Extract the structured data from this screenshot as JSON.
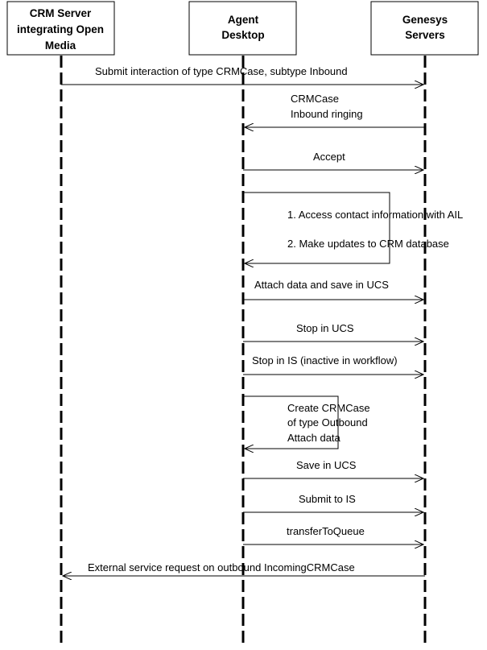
{
  "participants": [
    {
      "id": "crm",
      "lines": [
        "CRM Server",
        "integrating Open",
        "Media"
      ]
    },
    {
      "id": "agent",
      "lines": [
        "Agent",
        "Desktop"
      ]
    },
    {
      "id": "genesys",
      "lines": [
        "Genesys",
        "Servers"
      ]
    }
  ],
  "messages": [
    {
      "id": "m1",
      "lines": [
        "Submit interaction of type CRMCase, subtype Inbound"
      ]
    },
    {
      "id": "m2",
      "lines": [
        "CRMCase",
        "Inbound ringing"
      ]
    },
    {
      "id": "m3",
      "lines": [
        "Accept"
      ]
    },
    {
      "id": "m4",
      "lines": [
        "1. Access contact information with AIL",
        "2. Make updates to CRM database"
      ]
    },
    {
      "id": "m5",
      "lines": [
        "Attach data and save in UCS"
      ]
    },
    {
      "id": "m6",
      "lines": [
        "Stop in UCS"
      ]
    },
    {
      "id": "m7",
      "lines": [
        "Stop in IS (inactive in workflow)"
      ]
    },
    {
      "id": "m8",
      "lines": [
        "Create CRMCase",
        "of type Outbound",
        "Attach data"
      ]
    },
    {
      "id": "m9",
      "lines": [
        "Save in UCS"
      ]
    },
    {
      "id": "m10",
      "lines": [
        "Submit to IS"
      ]
    },
    {
      "id": "m11",
      "lines": [
        "transferToQueue"
      ]
    },
    {
      "id": "m12",
      "lines": [
        "External service request on outbound IncomingCRMCase"
      ]
    }
  ]
}
